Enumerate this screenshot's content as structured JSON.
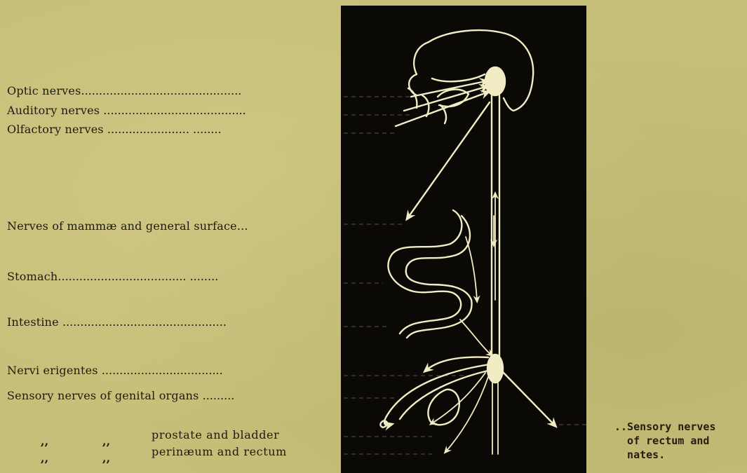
{
  "labels": {
    "optic": "Optic nerves",
    "auditory": "Auditory nerves",
    "olfactory": "Olfactory nerves",
    "mammae": "Nerves of mammæ and general surface...",
    "stomach": "Stomach",
    "intestine": "Intestine",
    "erigentes": "Nervi erigentes",
    "sensory_genital": "Sensory nerves of genital organs",
    "prostate": "prostate and bladder",
    "perinaeum": "perinæum and rectum",
    "ditto_mark": ",,"
  },
  "right_note": "..Sensory nerves\n  of rectum and\n  nates.",
  "colors": {
    "background": "#c7bf79",
    "panel": "#0b0906",
    "line": "#f2ecc4",
    "text": "#1e1a10"
  }
}
